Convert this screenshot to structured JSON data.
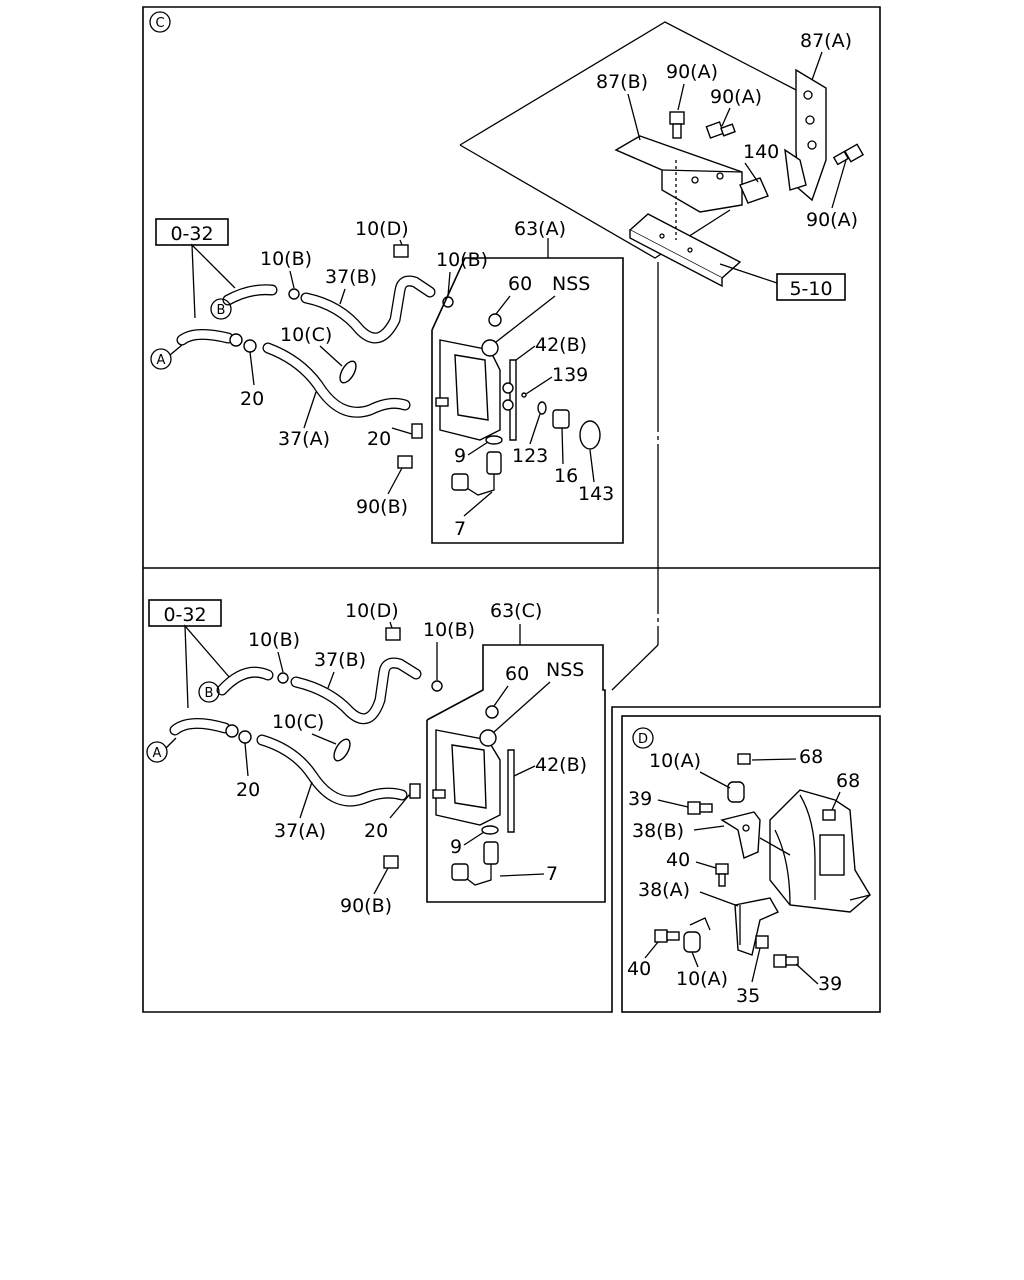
{
  "panels": {
    "c_marker": "C",
    "d_marker": "D"
  },
  "refs": {
    "a": "A",
    "b": "B"
  },
  "top": {
    "ref_0_32": "0-32",
    "ref_5_10": "5-10",
    "l_87a": "87(A)",
    "l_87b": "87(B)",
    "l_90a_1": "90(A)",
    "l_90a_2": "90(A)",
    "l_90a_3": "90(A)",
    "l_140": "140",
    "l_63a": "63(A)",
    "l_10d": "10(D)",
    "l_10b_1": "10(B)",
    "l_10b_2": "10(B)",
    "l_37b": "37(B)",
    "l_60": "60",
    "l_nss": "NSS",
    "l_42b": "42(B)",
    "l_139": "139",
    "l_10c": "10(C)",
    "l_20_1": "20",
    "l_20_2": "20",
    "l_37a": "37(A)",
    "l_123": "123",
    "l_16": "16",
    "l_143": "143",
    "l_9": "9",
    "l_90b": "90(B)",
    "l_7": "7"
  },
  "bottom": {
    "ref_0_32": "0-32",
    "l_10d": "10(D)",
    "l_63c": "63(C)",
    "l_10b_1": "10(B)",
    "l_10b_2": "10(B)",
    "l_37b": "37(B)",
    "l_60": "60",
    "l_nss": "NSS",
    "l_10c": "10(C)",
    "l_42b": "42(B)",
    "l_20_1": "20",
    "l_20_2": "20",
    "l_37a": "37(A)",
    "l_9": "9",
    "l_7": "7",
    "l_90b": "90(B)"
  },
  "detail_d": {
    "l_10a_1": "10(A)",
    "l_68_1": "68",
    "l_68_2": "68",
    "l_39_1": "39",
    "l_38b": "38(B)",
    "l_40_1": "40",
    "l_38a": "38(A)",
    "l_40_2": "40",
    "l_10a_2": "10(A)",
    "l_35": "35",
    "l_39_2": "39"
  }
}
